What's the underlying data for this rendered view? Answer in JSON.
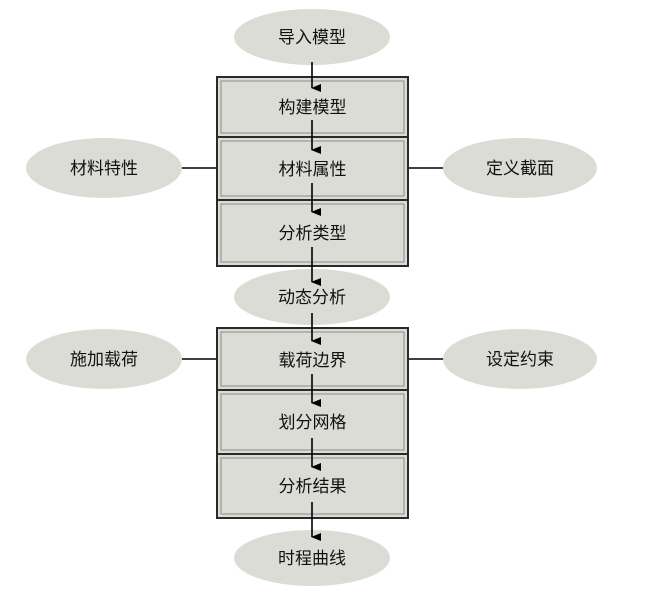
{
  "diagram": {
    "type": "flowchart",
    "main_flow": [
      {
        "id": "import-model",
        "shape": "ellipse",
        "label": "导入模型"
      },
      {
        "id": "build-model",
        "shape": "box",
        "label": "构建模型"
      },
      {
        "id": "material-props",
        "shape": "box",
        "label": "材料属性"
      },
      {
        "id": "analysis-type",
        "shape": "box",
        "label": "分析类型"
      },
      {
        "id": "dynamic-analysis",
        "shape": "ellipse",
        "label": "动态分析"
      },
      {
        "id": "load-boundary",
        "shape": "box",
        "label": "载荷边界"
      },
      {
        "id": "meshing",
        "shape": "box",
        "label": "划分网格"
      },
      {
        "id": "analysis-results",
        "shape": "box",
        "label": "分析结果"
      },
      {
        "id": "time-history",
        "shape": "ellipse",
        "label": "时程曲线"
      }
    ],
    "side_nodes": [
      {
        "id": "material-traits",
        "label": "材料特性",
        "side": "left",
        "connects_to": "material-props"
      },
      {
        "id": "define-section",
        "label": "定义截面",
        "side": "right",
        "connects_to": "material-props"
      },
      {
        "id": "apply-load",
        "label": "施加载荷",
        "side": "left",
        "connects_to": "load-boundary"
      },
      {
        "id": "set-constraints",
        "label": "设定约束",
        "side": "right",
        "connects_to": "load-boundary"
      }
    ],
    "colors": {
      "ellipse_fill": "#dcdcd6",
      "box_fill": "#dcdcd6",
      "box_border": "#2a2a2a",
      "line": "#000000",
      "text": "#111111"
    }
  }
}
